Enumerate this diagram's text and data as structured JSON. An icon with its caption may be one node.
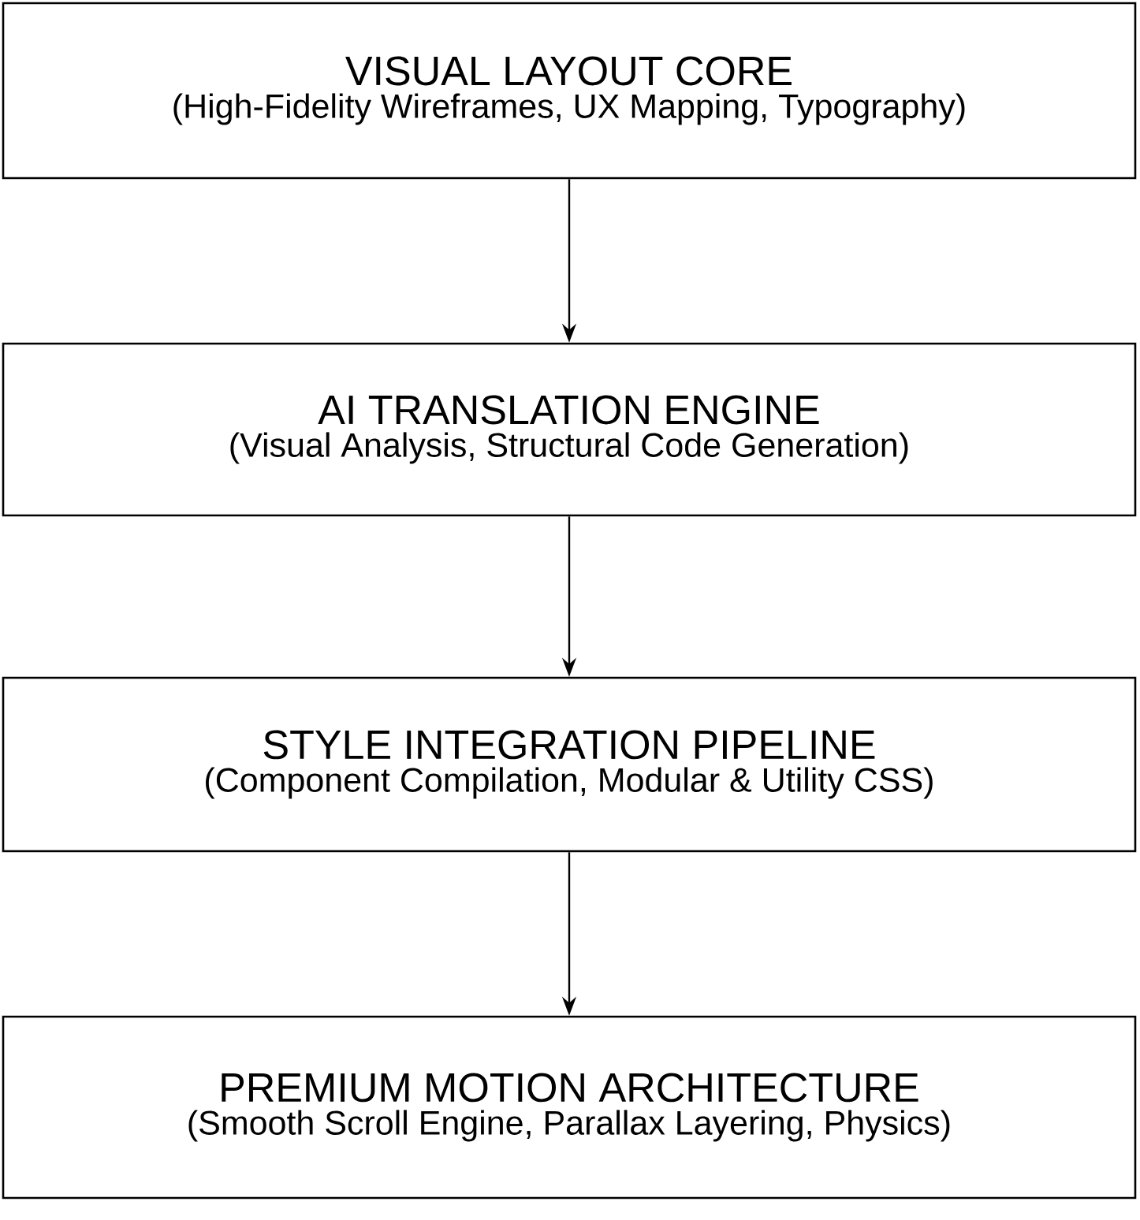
{
  "diagram": {
    "nodes": [
      {
        "text": [
          "VISUAL LAYOUT CORE",
          "(High-Fidelity Wireframes, UX Mapping, Typography)"
        ]
      },
      {
        "text": [
          "AI TRANSLATION ENGINE",
          "(Visual Analysis, Structural Code Generation)"
        ]
      },
      {
        "text": [
          "STYLE INTEGRATION PIPELINE",
          "(Component Compilation, Modular & Utility CSS)"
        ]
      },
      {
        "text": [
          "PREMIUM MOTION ARCHITECTURE",
          "(Smooth Scroll Engine, Parallax Layering, Physics)"
        ]
      }
    ],
    "edges": [
      {
        "from": 0,
        "to": 1,
        "arrow": "to"
      },
      {
        "from": 1,
        "to": 2,
        "arrow": "to"
      },
      {
        "from": 2,
        "to": 3,
        "arrow": "to"
      }
    ]
  }
}
